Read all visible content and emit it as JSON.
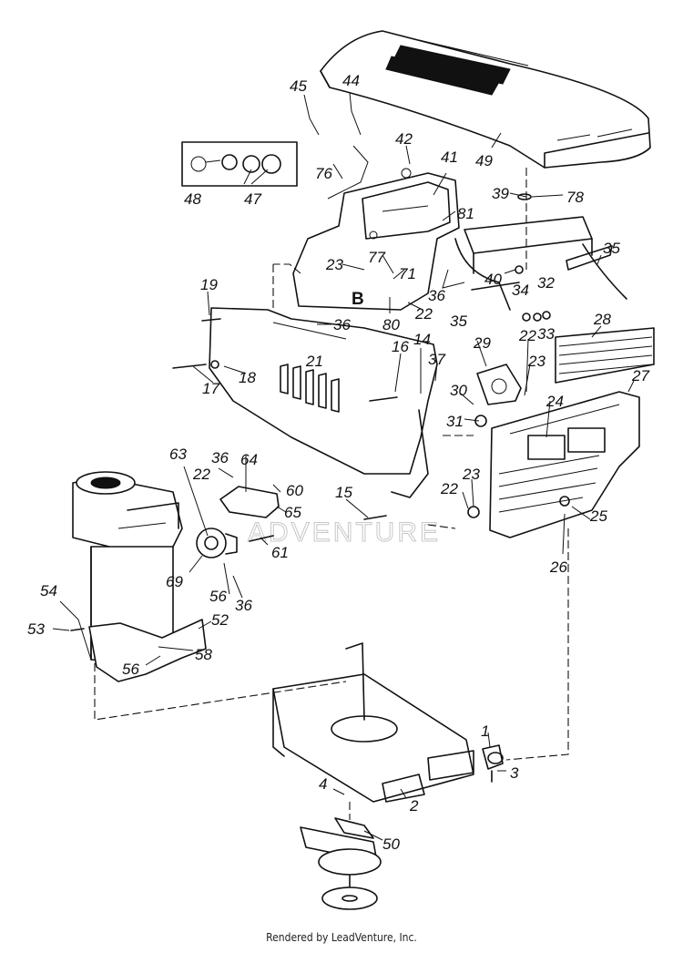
{
  "watermark": "ADVENTURE",
  "footer": "Rendered by LeadVenture, Inc.",
  "callouts": {
    "c44": "44",
    "c45": "45",
    "c42": "42",
    "c49": "49",
    "c76": "76",
    "c48": "48",
    "c47": "47",
    "c41": "41",
    "c81": "81",
    "c39": "39",
    "c78": "78",
    "c35a": "35",
    "c35b": "35",
    "c40": "40",
    "c32": "32",
    "c34": "34",
    "c33": "33",
    "c23a": "23",
    "c77": "77",
    "c71": "71",
    "c36a": "36",
    "c19": "19",
    "cB": "B",
    "c22a": "22",
    "c80": "80",
    "c36b": "36",
    "c21": "21",
    "c16": "16",
    "c14": "14",
    "c37": "37",
    "c18": "18",
    "c17": "17",
    "c29": "29",
    "c22b": "22",
    "c23b": "23",
    "c28": "28",
    "c27": "27",
    "c30": "30",
    "c31": "31",
    "c24": "24",
    "c63": "63",
    "c36c": "36",
    "c64": "64",
    "c22c": "22",
    "c60": "60",
    "c15": "15",
    "c65": "65",
    "c61": "61",
    "c23c": "23",
    "c22d": "22",
    "c25": "25",
    "c26": "26",
    "c69": "69",
    "c56a": "56",
    "c36d": "36",
    "c54": "54",
    "c53": "53",
    "c52": "52",
    "c58": "58",
    "c56b": "56",
    "c1": "1",
    "c3": "3",
    "c4": "4",
    "c2": "2",
    "c50": "50"
  }
}
